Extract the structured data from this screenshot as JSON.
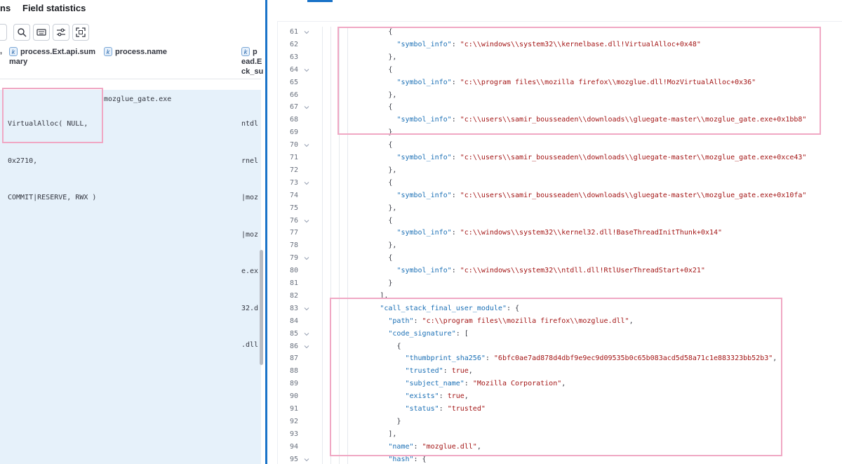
{
  "left_panel": {
    "tabs": {
      "tab_partial": "ns",
      "field_stats": "Field statistics"
    },
    "toolbar_icons": [
      "search-icon",
      "keyboard-icon",
      "sliders-icon",
      "fullscreen-icon"
    ],
    "columns": [
      {
        "type_token": "k",
        "line1": "process.Ext.api.sum",
        "line2": "mary",
        "dot": ","
      },
      {
        "type_token": "k",
        "line1": "process.name"
      },
      {
        "type_token": "k",
        "line1": "p",
        "line2": "ead.E",
        "line3": "ck_su"
      }
    ],
    "row": {
      "api_summary": [
        "VirtualAlloc( NULL,",
        "0x2710,",
        "COMMIT|RESERVE, RWX )"
      ],
      "process_name": "mozglue_gate.exe",
      "call_stack_partial": [
        "ntdl",
        "rnel",
        "|moz",
        "|moz",
        "e.ex",
        "32.d",
        ".dll"
      ]
    }
  },
  "json_view": {
    "lines": [
      {
        "n": "61",
        "fold": true,
        "indent": 11,
        "tokens": [
          [
            "p",
            "{"
          ]
        ]
      },
      {
        "n": "62",
        "fold": false,
        "indent": 12,
        "tokens": [
          [
            "k",
            "\"symbol_info\""
          ],
          [
            "p",
            ": "
          ],
          [
            "s",
            "\"c:\\\\windows\\\\system32\\\\kernelbase.dll!VirtualAlloc+0x48\""
          ]
        ]
      },
      {
        "n": "63",
        "fold": false,
        "indent": 11,
        "tokens": [
          [
            "p",
            "},"
          ]
        ]
      },
      {
        "n": "64",
        "fold": true,
        "indent": 11,
        "tokens": [
          [
            "p",
            "{"
          ]
        ]
      },
      {
        "n": "65",
        "fold": false,
        "indent": 12,
        "tokens": [
          [
            "k",
            "\"symbol_info\""
          ],
          [
            "p",
            ": "
          ],
          [
            "s",
            "\"c:\\\\program files\\\\mozilla firefox\\\\mozglue.dll!MozVirtualAlloc+0x36\""
          ]
        ]
      },
      {
        "n": "66",
        "fold": false,
        "indent": 11,
        "tokens": [
          [
            "p",
            "},"
          ]
        ]
      },
      {
        "n": "67",
        "fold": true,
        "indent": 11,
        "tokens": [
          [
            "p",
            "{"
          ]
        ]
      },
      {
        "n": "68",
        "fold": false,
        "indent": 12,
        "tokens": [
          [
            "k",
            "\"symbol_info\""
          ],
          [
            "p",
            ": "
          ],
          [
            "s",
            "\"c:\\\\users\\\\samir_bousseaden\\\\downloads\\\\gluegate-master\\\\mozglue_gate.exe+0x1bb8\""
          ]
        ]
      },
      {
        "n": "69",
        "fold": false,
        "indent": 11,
        "tokens": [
          [
            "p",
            "}"
          ]
        ]
      },
      {
        "n": "70",
        "fold": true,
        "indent": 11,
        "tokens": [
          [
            "p",
            "{"
          ]
        ]
      },
      {
        "n": "71",
        "fold": false,
        "indent": 12,
        "tokens": [
          [
            "k",
            "\"symbol_info\""
          ],
          [
            "p",
            ": "
          ],
          [
            "s",
            "\"c:\\\\users\\\\samir_bousseaden\\\\downloads\\\\gluegate-master\\\\mozglue_gate.exe+0xce43\""
          ]
        ]
      },
      {
        "n": "72",
        "fold": false,
        "indent": 11,
        "tokens": [
          [
            "p",
            "},"
          ]
        ]
      },
      {
        "n": "73",
        "fold": true,
        "indent": 11,
        "tokens": [
          [
            "p",
            "{"
          ]
        ]
      },
      {
        "n": "74",
        "fold": false,
        "indent": 12,
        "tokens": [
          [
            "k",
            "\"symbol_info\""
          ],
          [
            "p",
            ": "
          ],
          [
            "s",
            "\"c:\\\\users\\\\samir_bousseaden\\\\downloads\\\\gluegate-master\\\\mozglue_gate.exe+0x10fa\""
          ]
        ]
      },
      {
        "n": "75",
        "fold": false,
        "indent": 11,
        "tokens": [
          [
            "p",
            "},"
          ]
        ]
      },
      {
        "n": "76",
        "fold": true,
        "indent": 11,
        "tokens": [
          [
            "p",
            "{"
          ]
        ]
      },
      {
        "n": "77",
        "fold": false,
        "indent": 12,
        "tokens": [
          [
            "k",
            "\"symbol_info\""
          ],
          [
            "p",
            ": "
          ],
          [
            "s",
            "\"c:\\\\windows\\\\system32\\\\kernel32.dll!BaseThreadInitThunk+0x14\""
          ]
        ]
      },
      {
        "n": "78",
        "fold": false,
        "indent": 11,
        "tokens": [
          [
            "p",
            "},"
          ]
        ]
      },
      {
        "n": "79",
        "fold": true,
        "indent": 11,
        "tokens": [
          [
            "p",
            "{"
          ]
        ]
      },
      {
        "n": "80",
        "fold": false,
        "indent": 12,
        "tokens": [
          [
            "k",
            "\"symbol_info\""
          ],
          [
            "p",
            ": "
          ],
          [
            "s",
            "\"c:\\\\windows\\\\system32\\\\ntdll.dll!RtlUserThreadStart+0x21\""
          ]
        ]
      },
      {
        "n": "81",
        "fold": false,
        "indent": 11,
        "tokens": [
          [
            "p",
            "}"
          ]
        ]
      },
      {
        "n": "82",
        "fold": false,
        "indent": 10,
        "tokens": [
          [
            "p",
            "],"
          ]
        ]
      },
      {
        "n": "83",
        "fold": true,
        "indent": 10,
        "tokens": [
          [
            "k",
            "\"call_stack_final_user_module\""
          ],
          [
            "p",
            ": {"
          ]
        ]
      },
      {
        "n": "84",
        "fold": false,
        "indent": 11,
        "tokens": [
          [
            "k",
            "\"path\""
          ],
          [
            "p",
            ": "
          ],
          [
            "s",
            "\"c:\\\\program files\\\\mozilla firefox\\\\mozglue.dll\""
          ],
          [
            "p",
            ","
          ]
        ]
      },
      {
        "n": "85",
        "fold": true,
        "indent": 11,
        "tokens": [
          [
            "k",
            "\"code_signature\""
          ],
          [
            "p",
            ": ["
          ]
        ]
      },
      {
        "n": "86",
        "fold": true,
        "indent": 12,
        "tokens": [
          [
            "p",
            "{"
          ]
        ]
      },
      {
        "n": "87",
        "fold": false,
        "indent": 13,
        "tokens": [
          [
            "k",
            "\"thumbprint_sha256\""
          ],
          [
            "p",
            ": "
          ],
          [
            "s",
            "\"6bfc0ae7ad878d4dbf9e9ec9d09535b0c65b083acd5d58a71c1e883323bb52b3\""
          ],
          [
            "p",
            ","
          ]
        ]
      },
      {
        "n": "88",
        "fold": false,
        "indent": 13,
        "tokens": [
          [
            "k",
            "\"trusted\""
          ],
          [
            "p",
            ": "
          ],
          [
            "b",
            "true"
          ],
          [
            "p",
            ","
          ]
        ]
      },
      {
        "n": "89",
        "fold": false,
        "indent": 13,
        "tokens": [
          [
            "k",
            "\"subject_name\""
          ],
          [
            "p",
            ": "
          ],
          [
            "s",
            "\"Mozilla Corporation\""
          ],
          [
            "p",
            ","
          ]
        ]
      },
      {
        "n": "90",
        "fold": false,
        "indent": 13,
        "tokens": [
          [
            "k",
            "\"exists\""
          ],
          [
            "p",
            ": "
          ],
          [
            "b",
            "true"
          ],
          [
            "p",
            ","
          ]
        ]
      },
      {
        "n": "91",
        "fold": false,
        "indent": 13,
        "tokens": [
          [
            "k",
            "\"status\""
          ],
          [
            "p",
            ": "
          ],
          [
            "s",
            "\"trusted\""
          ]
        ]
      },
      {
        "n": "92",
        "fold": false,
        "indent": 12,
        "tokens": [
          [
            "p",
            "}"
          ]
        ]
      },
      {
        "n": "93",
        "fold": false,
        "indent": 11,
        "tokens": [
          [
            "p",
            "],"
          ]
        ]
      },
      {
        "n": "94",
        "fold": false,
        "indent": 11,
        "tokens": [
          [
            "k",
            "\"name\""
          ],
          [
            "p",
            ": "
          ],
          [
            "s",
            "\"mozglue.dll\""
          ],
          [
            "p",
            ","
          ]
        ]
      },
      {
        "n": "95",
        "fold": true,
        "indent": 11,
        "tokens": [
          [
            "k",
            "\"hash\""
          ],
          [
            "p",
            ": {"
          ]
        ]
      }
    ]
  },
  "colors": {
    "highlight_border": "#f0a8c4",
    "selected_row": "#e6f1fa",
    "accent": "#1a73c8",
    "json_key": "#1a6fb5",
    "json_string": "#a31515"
  }
}
